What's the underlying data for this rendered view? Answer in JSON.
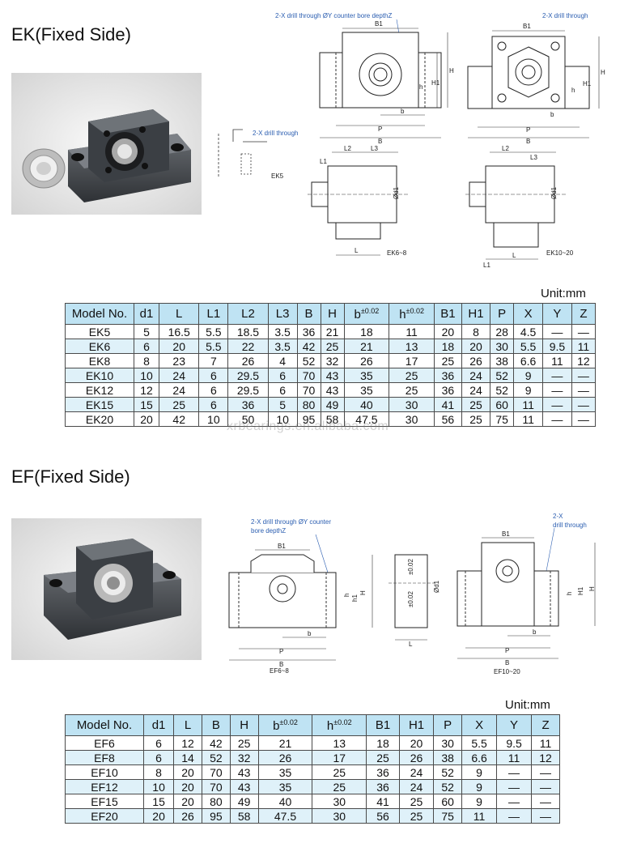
{
  "ek": {
    "title": "EK(Fixed Side)",
    "unit": "Unit:mm",
    "drawing_labels": {
      "counterbore_note": "2-X drill through ØY counter bore depthZ",
      "drill_note": "2-X drill through",
      "drill_note_right": "2-X drill through",
      "ek5": "EK5",
      "ek6_8": "EK6~8",
      "ek10_20": "EK10~20",
      "B1": "B1",
      "B": "B",
      "P": "P",
      "b": "b",
      "H": "H",
      "H1": "H1",
      "h": "h",
      "L": "L",
      "L1": "L1",
      "L2": "L2",
      "L3": "L3",
      "d1": "Ød1"
    },
    "table": {
      "headers": [
        "Model No.",
        "d1",
        "L",
        "L1",
        "L2",
        "L3",
        "B",
        "H",
        "b",
        "h",
        "B1",
        "H1",
        "P",
        "X",
        "Y",
        "Z"
      ],
      "tolerance": "±0.02",
      "rows": [
        [
          "EK5",
          "5",
          "16.5",
          "5.5",
          "18.5",
          "3.5",
          "36",
          "21",
          "18",
          "11",
          "20",
          "8",
          "28",
          "4.5",
          "—",
          "—"
        ],
        [
          "EK6",
          "6",
          "20",
          "5.5",
          "22",
          "3.5",
          "42",
          "25",
          "21",
          "13",
          "18",
          "20",
          "30",
          "5.5",
          "9.5",
          "11"
        ],
        [
          "EK8",
          "8",
          "23",
          "7",
          "26",
          "4",
          "52",
          "32",
          "26",
          "17",
          "25",
          "26",
          "38",
          "6.6",
          "11",
          "12"
        ],
        [
          "EK10",
          "10",
          "24",
          "6",
          "29.5",
          "6",
          "70",
          "43",
          "35",
          "25",
          "36",
          "24",
          "52",
          "9",
          "—",
          "—"
        ],
        [
          "EK12",
          "12",
          "24",
          "6",
          "29.5",
          "6",
          "70",
          "43",
          "35",
          "25",
          "36",
          "24",
          "52",
          "9",
          "—",
          "—"
        ],
        [
          "EK15",
          "15",
          "25",
          "6",
          "36",
          "5",
          "80",
          "49",
          "40",
          "30",
          "41",
          "25",
          "60",
          "11",
          "—",
          "—"
        ],
        [
          "EK20",
          "20",
          "42",
          "10",
          "50",
          "10",
          "95",
          "58",
          "47.5",
          "30",
          "56",
          "25",
          "75",
          "11",
          "—",
          "—"
        ]
      ]
    },
    "watermark": "xrbearings.en.alibaba.com"
  },
  "ef": {
    "title": "EF(Fixed Side)",
    "unit": "Unit:mm",
    "drawing_labels": {
      "counterbore_note_1": "2-X drill through ØY counter",
      "counterbore_note_2": "bore depthZ",
      "drill_note_1": "2-X",
      "drill_note_2": "drill through",
      "ef6_8": "EF6~8",
      "ef10_20": "EF10~20",
      "B1": "B1",
      "B": "B",
      "P": "P",
      "b": "b",
      "H": "H",
      "H1": "H1",
      "h": "h",
      "h1": "h1",
      "L": "L",
      "d1": "Ød1",
      "tol1": "±0.02",
      "tol2": "±0.02"
    },
    "table": {
      "headers": [
        "Model No.",
        "d1",
        "L",
        "B",
        "H",
        "b",
        "h",
        "B1",
        "H1",
        "P",
        "X",
        "Y",
        "Z"
      ],
      "tolerance": "±0.02",
      "rows": [
        [
          "EF6",
          "6",
          "12",
          "42",
          "25",
          "21",
          "13",
          "18",
          "20",
          "30",
          "5.5",
          "9.5",
          "11"
        ],
        [
          "EF8",
          "6",
          "14",
          "52",
          "32",
          "26",
          "17",
          "25",
          "26",
          "38",
          "6.6",
          "11",
          "12"
        ],
        [
          "EF10",
          "8",
          "20",
          "70",
          "43",
          "35",
          "25",
          "36",
          "24",
          "52",
          "9",
          "—",
          "—"
        ],
        [
          "EF12",
          "10",
          "20",
          "70",
          "43",
          "35",
          "25",
          "36",
          "24",
          "52",
          "9",
          "—",
          "—"
        ],
        [
          "EF15",
          "15",
          "20",
          "80",
          "49",
          "40",
          "30",
          "41",
          "25",
          "60",
          "9",
          "—",
          "—"
        ],
        [
          "EF20",
          "20",
          "26",
          "95",
          "58",
          "47.5",
          "30",
          "56",
          "25",
          "75",
          "11",
          "—",
          "—"
        ]
      ]
    }
  }
}
